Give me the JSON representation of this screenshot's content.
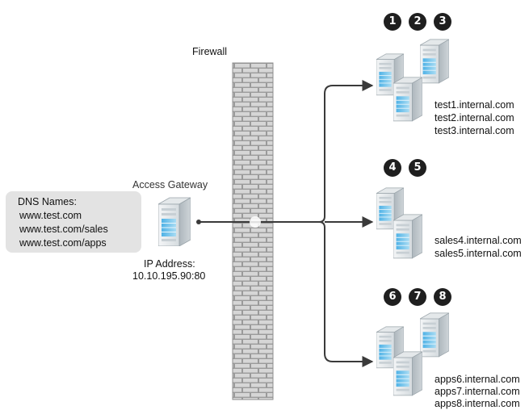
{
  "firewall": {
    "label": "Firewall"
  },
  "gateway": {
    "label": "Access Gateway",
    "ip_label": "IP Address:",
    "ip_value": "10.10.195.90:80"
  },
  "dns": {
    "title": "DNS Names:",
    "names": [
      "www.test.com",
      "www.test.com/sales",
      "www.test.com/apps"
    ]
  },
  "groups": [
    {
      "badges": [
        "1",
        "2",
        "3"
      ],
      "hosts": [
        "test1.internal.com",
        "test2.internal.com",
        "test3.internal.com"
      ]
    },
    {
      "badges": [
        "4",
        "5"
      ],
      "hosts": [
        "sales4.internal.com",
        "sales5.internal.com"
      ]
    },
    {
      "badges": [
        "6",
        "7",
        "8"
      ],
      "hosts": [
        "apps6.internal.com",
        "apps7.internal.com",
        "apps8.internal.com"
      ]
    }
  ],
  "colors": {
    "server_light": "#eef1f3",
    "server_dark": "#b9c2c8",
    "server_accent": "#7ec8ec",
    "line": "#3a3a3a",
    "badge": "#1f1f1f",
    "callout": "#e3e3e3"
  }
}
